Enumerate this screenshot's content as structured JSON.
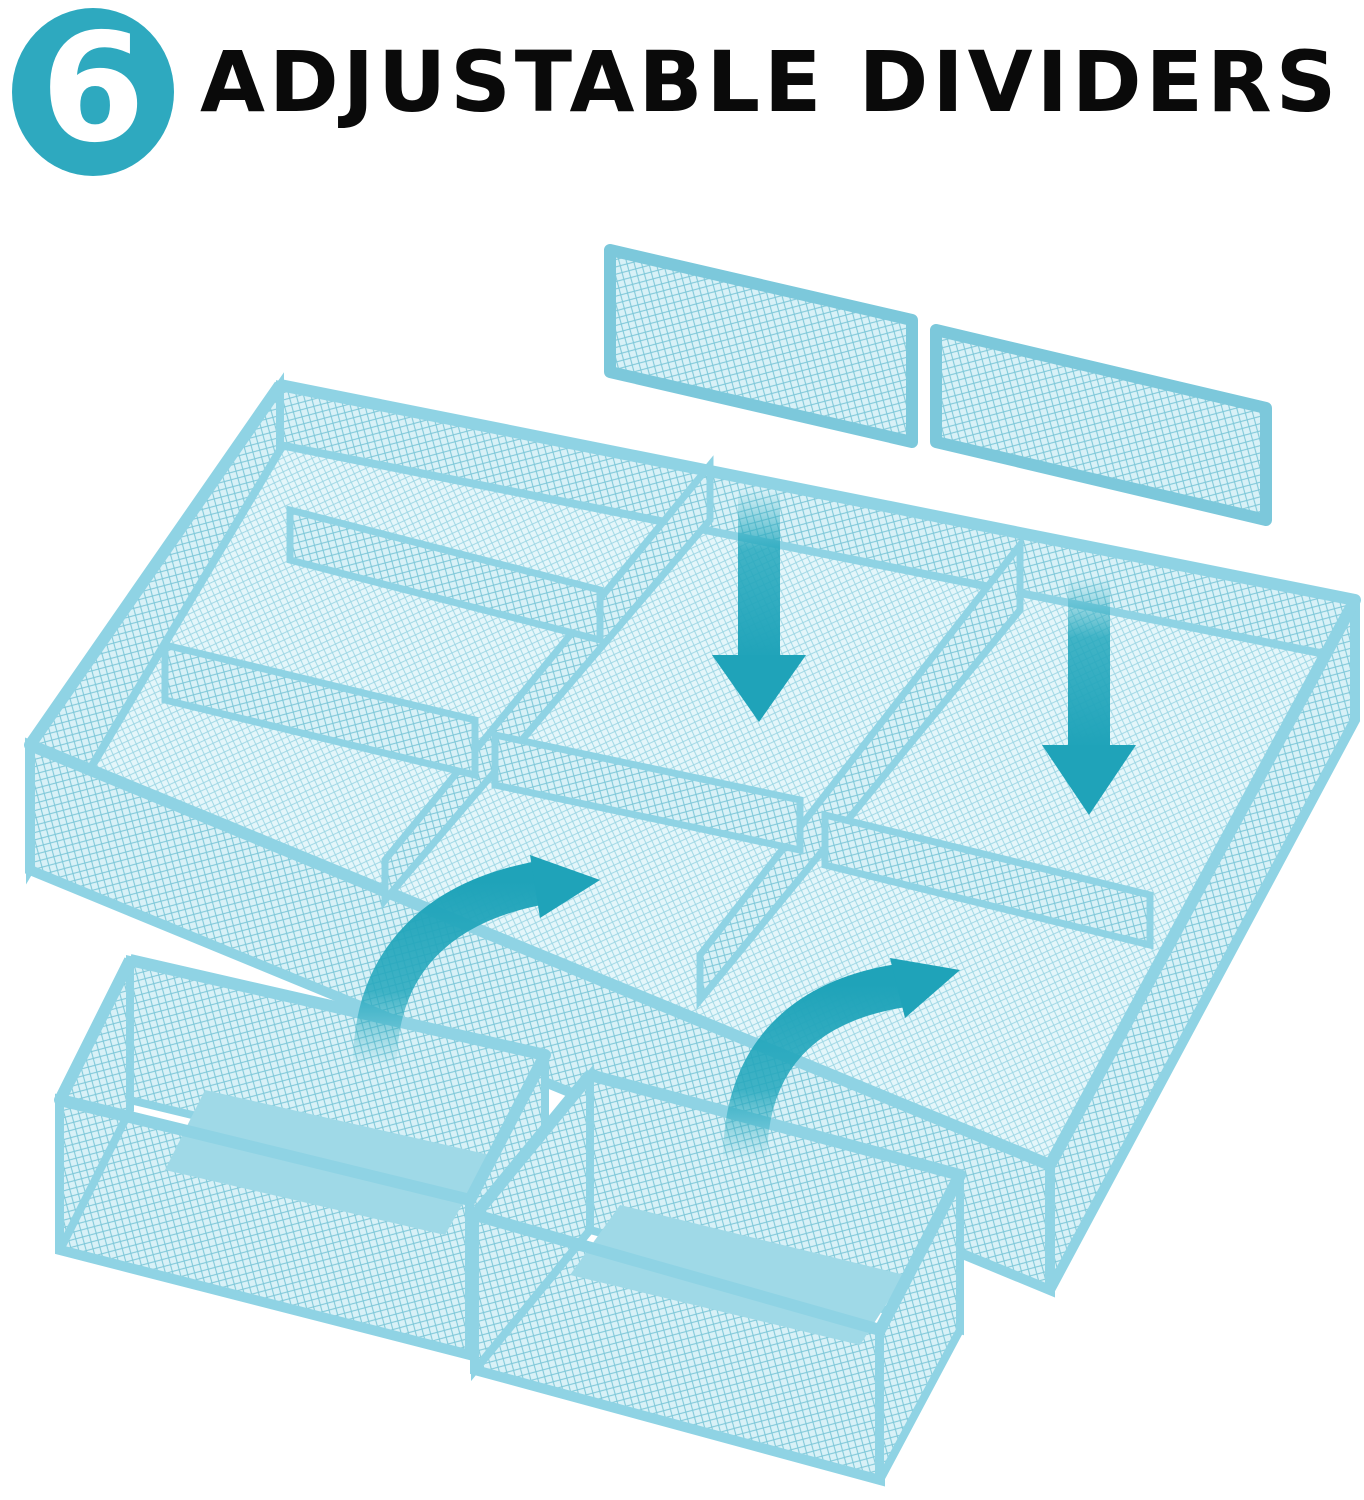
{
  "header": {
    "badge_number": "6",
    "title": "ADJUSTABLE DIVIDERS"
  },
  "colors": {
    "badge": "#2ea9bf",
    "title_text": "#0a0a0a",
    "product_frame": "#8fd3e4",
    "product_frame_dark": "#6cbfd4",
    "mesh": "#b9e6f0",
    "arrow": "#25a8bd",
    "background": "#ffffff"
  },
  "illustration": {
    "loose_dividers_count": 2,
    "down_arrows_count": 2,
    "curved_arrows_count": 2,
    "loose_baskets_count": 2,
    "installed_dividers_count": 6
  }
}
